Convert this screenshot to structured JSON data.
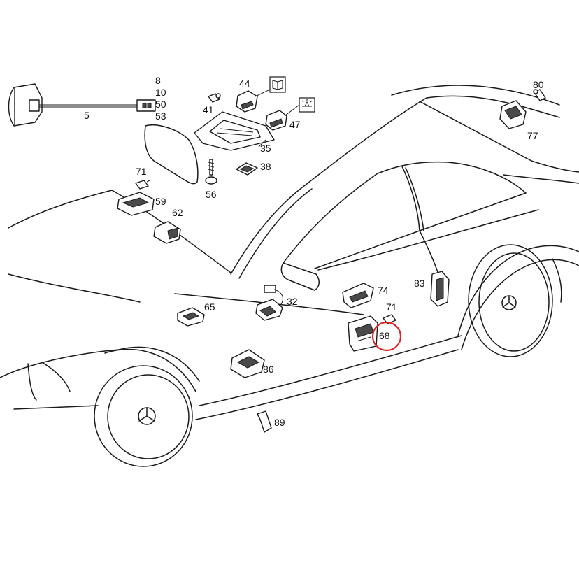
{
  "diagram": {
    "labels": {
      "p8": "8",
      "p10": "10",
      "p50": "50",
      "p53": "53",
      "p5": "5",
      "p41": "41",
      "p44": "44",
      "p47": "47",
      "p35": "35",
      "p38": "38",
      "p56": "56",
      "p71a": "71",
      "p59": "59",
      "p62": "62",
      "p65": "65",
      "p32": "32",
      "p86": "86",
      "p74": "74",
      "p71b": "71",
      "p83": "83",
      "p68": "68",
      "p80": "80",
      "p77": "77",
      "p89": "89"
    },
    "icons": {
      "book": "book-icon",
      "lamp": "reading-lamp-icon"
    },
    "colors": {
      "line": "#1a1a1a",
      "highlight_circle": "#d62828",
      "background": "#ffffff"
    },
    "highlighted_part": "68"
  }
}
